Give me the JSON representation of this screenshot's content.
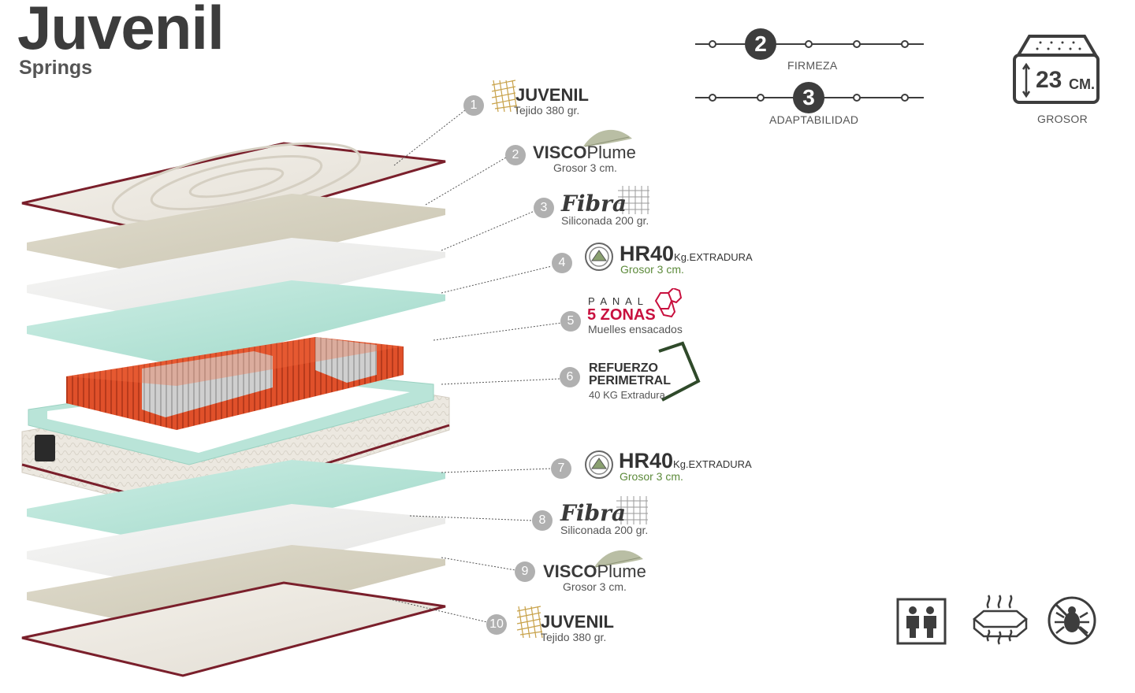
{
  "title": "Juvenil",
  "subtitle": "Springs",
  "layers": [
    {
      "num": "1",
      "line1": "JUVENIL",
      "line2": "Tejido 380 gr."
    },
    {
      "num": "2",
      "line1a": "VISCO",
      "line1b": "Plume",
      "line2": "Grosor 3 cm."
    },
    {
      "num": "3",
      "line1": "Fibra",
      "line2": "Siliconada 200 gr."
    },
    {
      "num": "4",
      "line1a": "HR40",
      "line1b": "Kg.EXTRADURA",
      "line2": "Grosor 3 cm."
    },
    {
      "num": "5",
      "line0": "P A N A L",
      "line1": "5 ZONAS",
      "line2": "Muelles ensacados"
    },
    {
      "num": "6",
      "line1": "REFUERZO",
      "line1b": "PERIMETRAL",
      "line2": "40 KG Extradura"
    },
    {
      "num": "7",
      "line1a": "HR40",
      "line1b": "Kg.EXTRADURA",
      "line2": "Grosor 3 cm."
    },
    {
      "num": "8",
      "line1": "Fibra",
      "line2": "Siliconada 200 gr."
    },
    {
      "num": "9",
      "line1a": "VISCO",
      "line1b": "Plume",
      "line2": "Grosor 3 cm."
    },
    {
      "num": "10",
      "line1": "JUVENIL",
      "line2": "Tejido 380 gr."
    }
  ],
  "firmeza": {
    "label": "FIRMEZA",
    "value": "2",
    "level": 2,
    "steps": 5
  },
  "adaptabilidad": {
    "label": "ADAPTABILIDAD",
    "value": "3",
    "level": 3,
    "steps": 5
  },
  "grosor": {
    "value": "23",
    "unit": "CM.",
    "label": "GROSOR"
  },
  "colors": {
    "text": "#3a3a3a",
    "green": "#5c8a3a",
    "crimson": "#c8103e",
    "dark_green": "#2f4a2a",
    "teal": "#b9e4d8",
    "beige": "#d6d2c2",
    "spring_red": "#e0502a"
  },
  "icons": [
    "reversible-icon",
    "breathable-icon",
    "anti-mite-icon"
  ]
}
